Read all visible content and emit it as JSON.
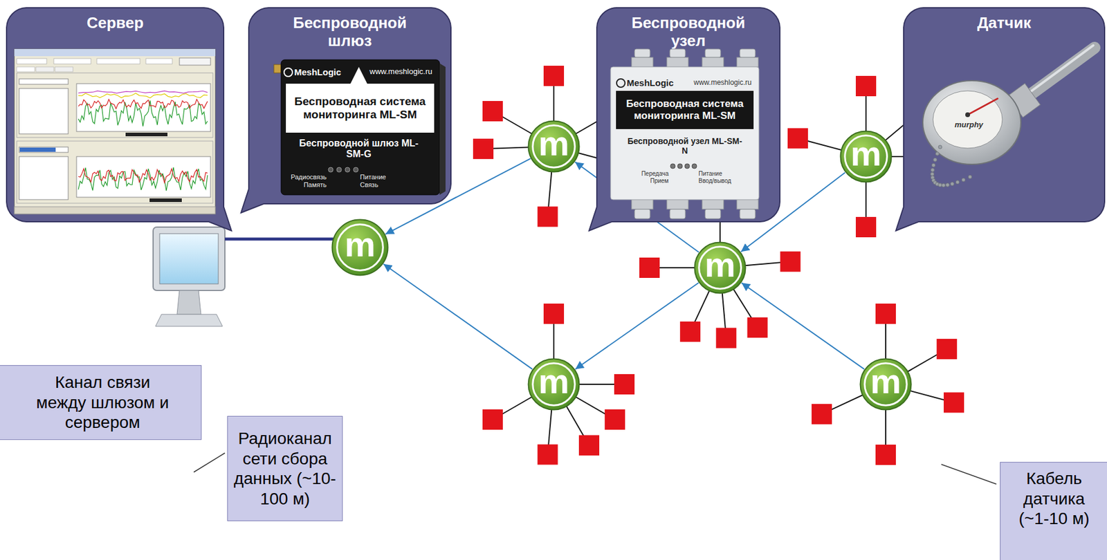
{
  "diagram": {
    "nodes": [
      {
        "text": [
          "Сервер"
        ]
      },
      {
        "text": [
          "Беспроводной шлюз"
        ]
      },
      {
        "text": [
          "Беспроводной узел"
        ]
      },
      {
        "text": [
          "Датчик"
        ]
      },
      {
        "text": [
          "m"
        ]
      },
      {
        "text": [
          "m"
        ]
      },
      {
        "text": [
          "m"
        ]
      },
      {
        "text": [
          "m"
        ]
      },
      {
        "text": [
          "m"
        ]
      },
      {
        "text": [
          "m"
        ]
      },
      {
        "text": [
          "Канал связи между шлюзом и сервером"
        ]
      },
      {
        "text": [
          "Радиоканал сети сбора данных (~10-100 м)"
        ]
      },
      {
        "text": [
          "Кабель датчика (~1-10 м)"
        ]
      }
    ],
    "edges": [
      {
        "from": 4,
        "to": 6,
        "arrow": "to"
      },
      {
        "from": 8,
        "to": 6,
        "arrow": "to"
      },
      {
        "from": 7,
        "to": 4,
        "arrow": "to"
      },
      {
        "from": 7,
        "to": 8,
        "arrow": "to"
      },
      {
        "from": 5,
        "to": 7,
        "arrow": "to"
      },
      {
        "from": 9,
        "to": 7,
        "arrow": "to"
      }
    ],
    "labels": [
      "MeshLogic",
      "www.meshlogic.ru",
      "Беспроводная система мониторинга ML-SM",
      "Беспроводной шлюз ML-SM-G",
      "Радиосвязь",
      "Память",
      "Питание",
      "Связь",
      "MeshLogic",
      "www.meshlogic.ru",
      "Беспроводная система мониторинга ML-SM",
      "Беспроводной узел ML-SM-N",
      "Передача",
      "Прием",
      "Питание",
      "Ввод/вывод",
      "murphy"
    ]
  }
}
